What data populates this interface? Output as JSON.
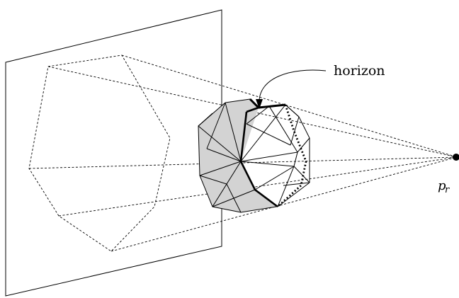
{
  "labels": {
    "horizon": "horizon",
    "point_main": "p",
    "point_sub": "r"
  },
  "colors": {
    "ink": "#000000",
    "shaded_face": "#d3d3d3",
    "background": "#ffffff"
  }
}
